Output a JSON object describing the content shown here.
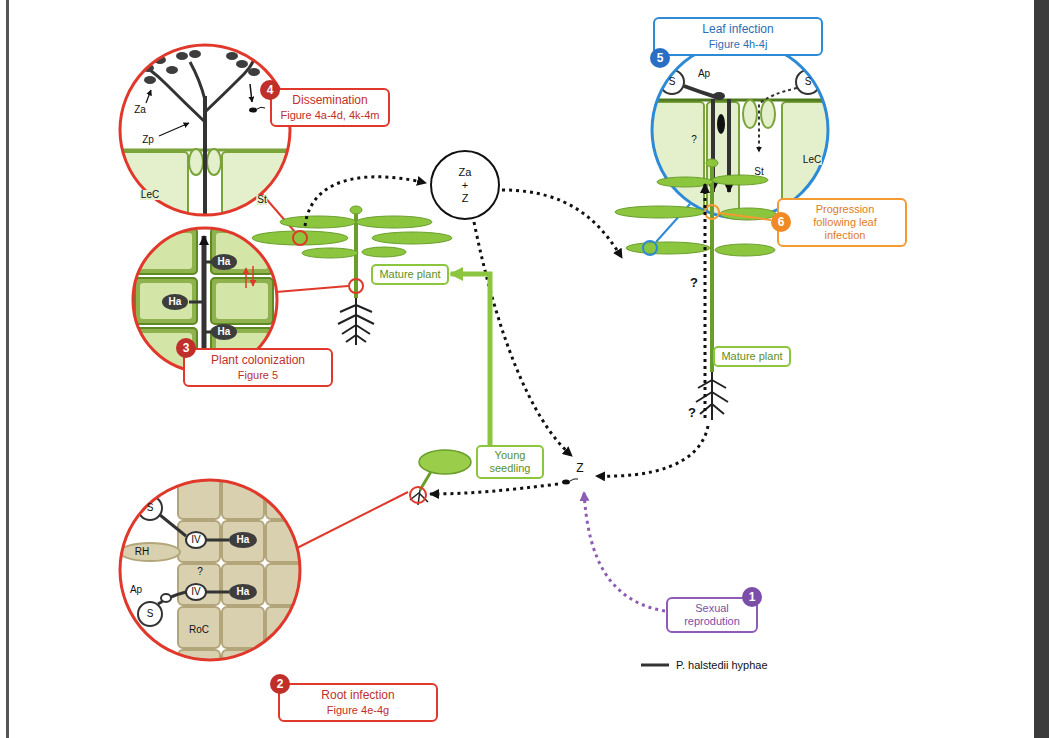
{
  "diagram": {
    "nodes": [
      {
        "text": [
          "4"
        ]
      },
      {
        "text": [
          "Dissemination",
          "Figure 4a-4d, 4k-4m"
        ]
      },
      {
        "text": [
          "5"
        ]
      },
      {
        "text": [
          "Leaf infection",
          "Figure 4h-4j"
        ]
      },
      {
        "text": [
          "Za",
          "+",
          "Z"
        ]
      },
      {
        "text": [
          "Mature plant"
        ]
      },
      {
        "text": [
          "6"
        ]
      },
      {
        "text": [
          "Progression following leaf infection"
        ]
      },
      {
        "text": [
          "Mature plant"
        ]
      },
      {
        "text": [
          "3"
        ]
      },
      {
        "text": [
          "Plant colonization",
          "Figure 5"
        ]
      },
      {
        "text": [
          "Young seedling"
        ]
      },
      {
        "text": [
          "1"
        ]
      },
      {
        "text": [
          "Sexual reprodution"
        ]
      },
      {
        "text": [
          "2"
        ]
      },
      {
        "text": [
          "Root infection",
          "Figure 4e-4g"
        ]
      }
    ],
    "edges": [
      {
        "from": 11,
        "to": 5,
        "arrow": "to"
      }
    ],
    "labels": [
      "Za",
      "Zp",
      "LeC",
      "St",
      "S",
      "Ap",
      "?",
      "S",
      "St",
      "LeC",
      "Ha",
      "Ha",
      "Ha",
      "S",
      "RH",
      "IV",
      "Ha",
      "?",
      "Ha",
      "Ap",
      "S",
      "IV",
      "RoC",
      "Z",
      "?",
      "?"
    ],
    "legend": [
      {
        "text": "P. halstedii hyphae"
      }
    ]
  }
}
